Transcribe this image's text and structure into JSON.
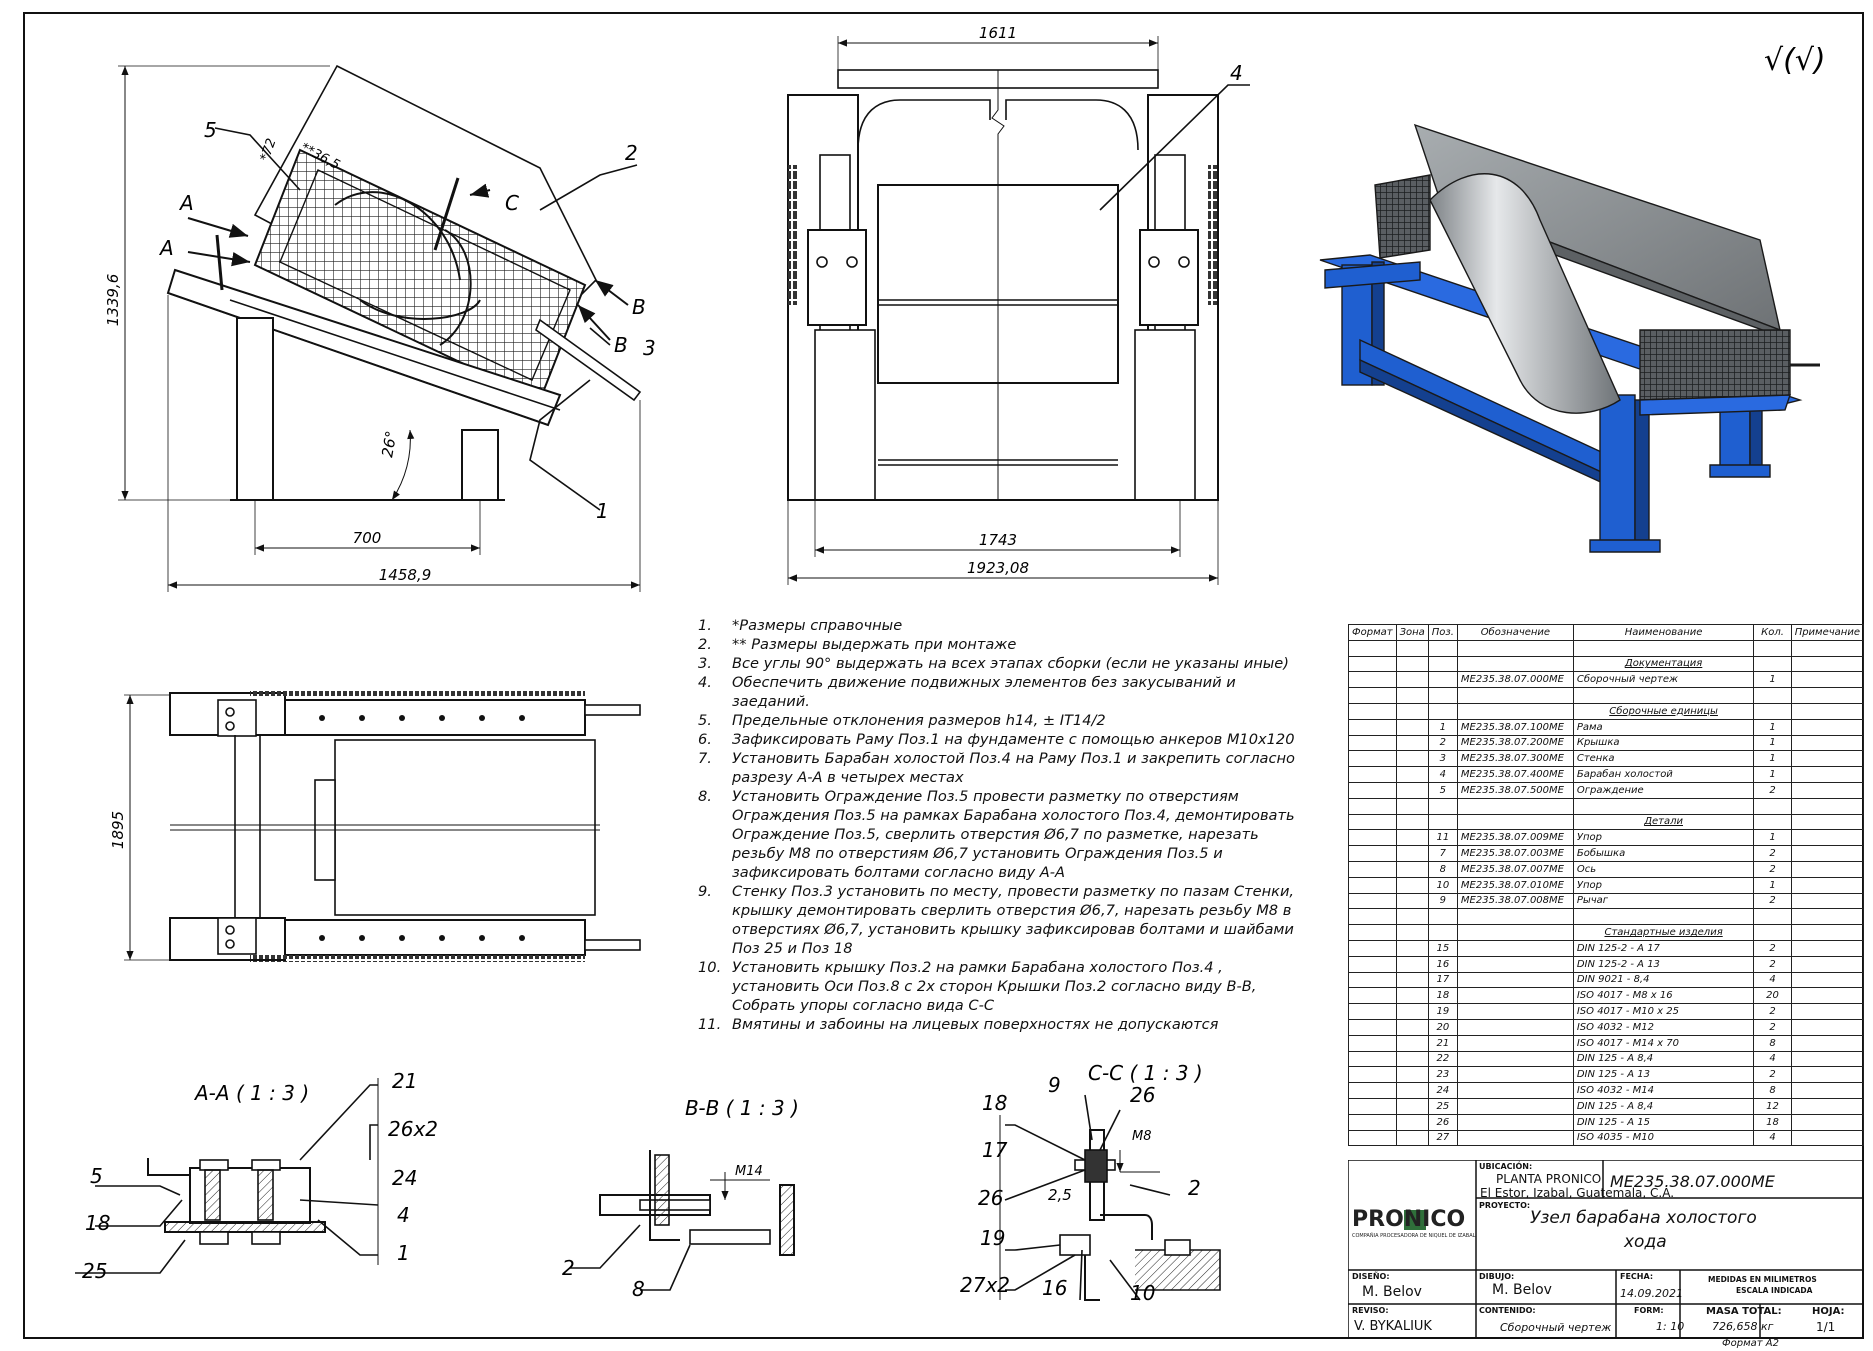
{
  "roughness_symbol": "√(√)",
  "views": {
    "side": {
      "dims": {
        "height": "1339,6",
        "length": "1458,9",
        "base": "700",
        "d1": "*72",
        "d2": "**36,5",
        "angle": "26°"
      },
      "callouts": [
        "5",
        "2",
        "3",
        "1"
      ],
      "section_marks": {
        "a1": "A",
        "a2": "A",
        "b1": "B",
        "b2": "B",
        "c": "C"
      }
    },
    "front": {
      "dims": {
        "top": "1611",
        "inner": "1743",
        "overall": "1923,08"
      },
      "callouts": [
        "4"
      ]
    },
    "top": {
      "dims": {
        "width": "1895"
      }
    },
    "section_aa": {
      "title": "A-A ( 1 : 3 )",
      "callouts": [
        "5",
        "18",
        "25",
        "21",
        "26x2",
        "24",
        "4",
        "1"
      ]
    },
    "section_bb": {
      "title": "B-B ( 1 : 3 )",
      "callouts": [
        "2",
        "8"
      ],
      "thread": "M14"
    },
    "section_cc": {
      "title": "C-C ( 1 : 3 )",
      "callouts": [
        "18",
        "9",
        "26",
        "17",
        "26",
        "19",
        "27x2",
        "16",
        "10",
        "2"
      ],
      "thread": "M8",
      "gap": "2,5"
    }
  },
  "notes": [
    {
      "num": "1.",
      "text": "*Размеры справочные"
    },
    {
      "num": "2.",
      "text": "** Размеры выдержать при монтаже"
    },
    {
      "num": "3.",
      "text": "Все углы 90° выдержать на всех этапах сборки (если не указаны иные)"
    },
    {
      "num": "4.",
      "text": "Обеспечить движение подвижных элементов без закусываний и заеданий."
    },
    {
      "num": "5.",
      "text": "Предельные отклонения размеров h14, ± IT14/2"
    },
    {
      "num": "6.",
      "text": "Зафиксировать Раму Поз.1 на фундаменте с помощью анкеров М10х120"
    },
    {
      "num": "7.",
      "text": "Установить Барабан холостой Поз.4 на Раму Поз.1 и закрепить согласно разрезу А-А в четырех местах"
    },
    {
      "num": "8.",
      "text": "Установить Ограждение Поз.5 провести разметку по отверстиям Ограждения Поз.5 на рамках Барабана холостого Поз.4, демонтировать Ограждение Поз.5, сверлить отверстия Ø6,7 по разметке, нарезать резьбу М8 по отверстиям Ø6,7 установить Ограждения Поз.5 и зафиксировать болтами согласно виду А-А"
    },
    {
      "num": "9.",
      "text": "Стенку Поз.3 установить по месту, провести разметку по пазам Стенки, крышку демонтировать сверлить отверстия Ø6,7, нарезать резьбу М8 в отверстиях Ø6,7, установить крышку зафиксировав болтами и шайбами Поз 25 и Поз 18"
    },
    {
      "num": "10.",
      "text": "Установить крышку Поз.2 на рамки Барабана холостого Поз.4 , установить Оси Поз.8 с 2х сторон Крышки Поз.2 согласно виду В-В, Собрать упоры согласно вида С-С"
    },
    {
      "num": "11.",
      "text": "Вмятины и забоины на лицевых поверхностях не допускаются"
    }
  ],
  "bom": {
    "headers": [
      "Формат",
      "Зона",
      "Поз.",
      "Обозначение",
      "Наименование",
      "Кол.",
      "Примечание"
    ],
    "rows": [
      {
        "type": "blank"
      },
      {
        "type": "section",
        "name": "Документация"
      },
      {
        "type": "item",
        "pos": "",
        "code": "ME235.38.07.000ME",
        "name": "Сборочный чертеж",
        "qty": "1"
      },
      {
        "type": "blank"
      },
      {
        "type": "section",
        "name": "Сборочные единицы"
      },
      {
        "type": "item",
        "pos": "1",
        "code": "ME235.38.07.100ME",
        "name": "Рама",
        "qty": "1"
      },
      {
        "type": "item",
        "pos": "2",
        "code": "ME235.38.07.200ME",
        "name": "Крышка",
        "qty": "1"
      },
      {
        "type": "item",
        "pos": "3",
        "code": "ME235.38.07.300ME",
        "name": "Стенка",
        "qty": "1"
      },
      {
        "type": "item",
        "pos": "4",
        "code": "ME235.38.07.400ME",
        "name": "Барабан холостой",
        "qty": "1"
      },
      {
        "type": "item",
        "pos": "5",
        "code": "ME235.38.07.500ME",
        "name": "Ограждение",
        "qty": "2"
      },
      {
        "type": "blank"
      },
      {
        "type": "section",
        "name": "Детали"
      },
      {
        "type": "item",
        "pos": "11",
        "code": "ME235.38.07.009ME",
        "name": "Упор",
        "qty": "1"
      },
      {
        "type": "item",
        "pos": "7",
        "code": "ME235.38.07.003ME",
        "name": "Бобышка",
        "qty": "2"
      },
      {
        "type": "item",
        "pos": "8",
        "code": "ME235.38.07.007ME",
        "name": "Ось",
        "qty": "2"
      },
      {
        "type": "item",
        "pos": "10",
        "code": "ME235.38.07.010ME",
        "name": "Упор",
        "qty": "1"
      },
      {
        "type": "item",
        "pos": "9",
        "code": "ME235.38.07.008ME",
        "name": "Рычаг",
        "qty": "2"
      },
      {
        "type": "blank"
      },
      {
        "type": "section",
        "name": "Стандартные изделия"
      },
      {
        "type": "item",
        "pos": "15",
        "code": "",
        "name": "DIN 125-2 - A 17",
        "qty": "2"
      },
      {
        "type": "item",
        "pos": "16",
        "code": "",
        "name": "DIN 125-2 - A 13",
        "qty": "2"
      },
      {
        "type": "item",
        "pos": "17",
        "code": "",
        "name": "DIN 9021 - 8,4",
        "qty": "4"
      },
      {
        "type": "item",
        "pos": "18",
        "code": "",
        "name": "ISO 4017 - M8 x 16",
        "qty": "20"
      },
      {
        "type": "item",
        "pos": "19",
        "code": "",
        "name": "ISO 4017 - M10 x 25",
        "qty": "2"
      },
      {
        "type": "item",
        "pos": "20",
        "code": "",
        "name": "ISO 4032 - M12",
        "qty": "2"
      },
      {
        "type": "item",
        "pos": "21",
        "code": "",
        "name": "ISO 4017 - M14 x 70",
        "qty": "8"
      },
      {
        "type": "item",
        "pos": "22",
        "code": "",
        "name": "DIN 125 - A 8,4",
        "qty": "4"
      },
      {
        "type": "item",
        "pos": "23",
        "code": "",
        "name": "DIN 125 - A 13",
        "qty": "2"
      },
      {
        "type": "item",
        "pos": "24",
        "code": "",
        "name": "ISO 4032 - M14",
        "qty": "8"
      },
      {
        "type": "item",
        "pos": "25",
        "code": "",
        "name": "DIN 125 - A 8,4",
        "qty": "12"
      },
      {
        "type": "item",
        "pos": "26",
        "code": "",
        "name": "DIN 125 - A 15",
        "qty": "18"
      },
      {
        "type": "item",
        "pos": "27",
        "code": "",
        "name": "ISO 4035 - M10",
        "qty": "4"
      }
    ]
  },
  "title_block": {
    "logo": "PRONICO",
    "logo_sub": "COMPAÑIA PROCESADORA DE NIQUEL DE IZABAL",
    "ubicacion_label": "UBICACIÓN:",
    "ubicacion_line1": "PLANTA PRONICO",
    "ubicacion_line2": "El Estor, Izabal, Guatemala, C.A.",
    "drawing_number": "ME235.38.07.000ME",
    "proyecto_label": "PROYECTO:",
    "title_line1": "Узел барабана холостого",
    "title_line2": "хода",
    "diseno_label": "DISEÑO:",
    "diseno": "M. Belov",
    "dibujo_label": "DIBUJO:",
    "dibujo": "M. Belov",
    "fecha_label": "FECHA:",
    "fecha": "14.09.2021",
    "medidas": "MEDIDAS EN MILIMETROS",
    "escala": "ESCALA INDICADA",
    "reviso_label": "REVISO:",
    "reviso": "V. BYKALIUK",
    "contenido_label": "CONTENIDO:",
    "contenido": "Сборочный чертеж",
    "form_label": "FORM:",
    "form": "1: 10",
    "masa_label": "MASA TOTAL:",
    "masa": "726,658 кг",
    "hoja_label": "HOJA:",
    "hoja": "1/1",
    "formato": "Формат А2"
  },
  "colors": {
    "blue": "#1f5fd0",
    "blue_dark": "#14408f",
    "steel": "#8f9497",
    "steel_light": "#c9cdd0",
    "line": "#111111"
  }
}
